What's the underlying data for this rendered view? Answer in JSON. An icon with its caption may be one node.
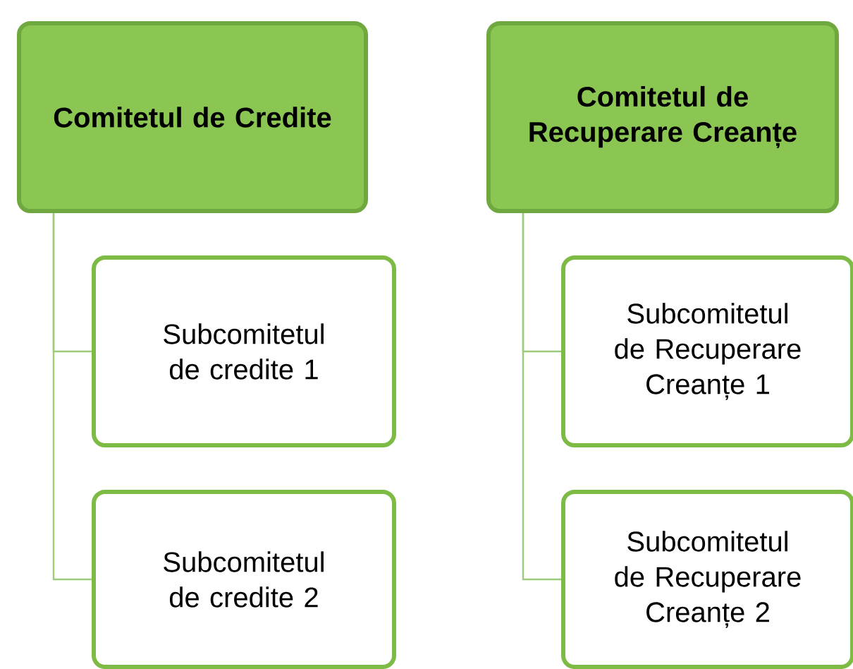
{
  "diagram": {
    "nodes": [
      {
        "text": [
          "Comitetul de Credite"
        ]
      },
      {
        "text": [
          "Subcomitetul de credite 1"
        ]
      },
      {
        "text": [
          "Subcomitetul de credite 2"
        ]
      },
      {
        "text": [
          "Comitetul de Recuperare Creanțe"
        ]
      },
      {
        "text": [
          "Subcomitetul de Recuperare Creanțe 1"
        ]
      },
      {
        "text": [
          "Subcomitetul de Recuperare Creanțe 2"
        ]
      }
    ],
    "edges": [
      {
        "from": 0,
        "to": 1,
        "arrow": "none"
      },
      {
        "from": 0,
        "to": 2,
        "arrow": "none"
      },
      {
        "from": 3,
        "to": 4,
        "arrow": "none"
      },
      {
        "from": 3,
        "to": 5,
        "arrow": "none"
      }
    ]
  }
}
